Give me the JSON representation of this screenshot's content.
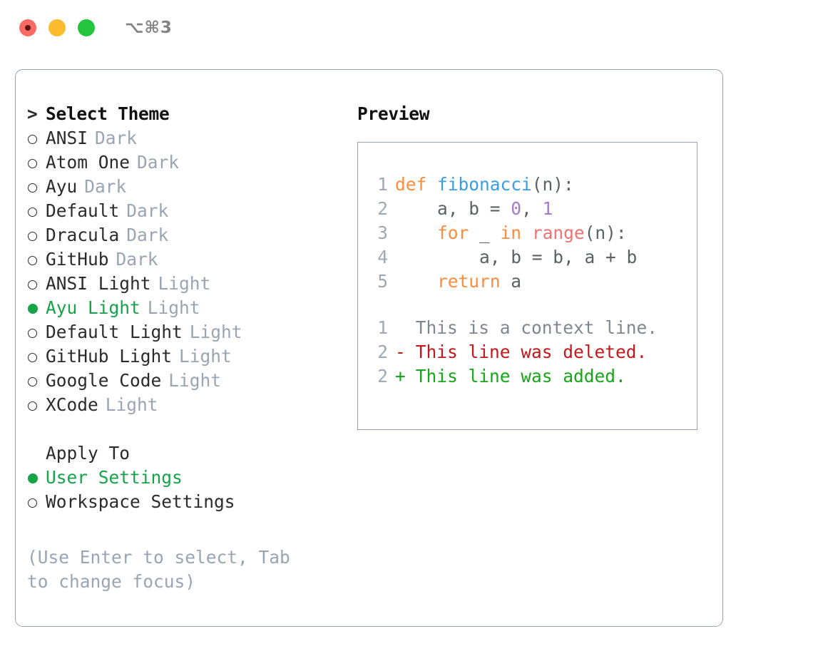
{
  "titlebar": {
    "shortcut": "⌥⌘3",
    "buttons": [
      {
        "name": "close",
        "color": "#FB6B63"
      },
      {
        "name": "minimize",
        "color": "#FDBC2E"
      },
      {
        "name": "maximize",
        "color": "#22C53D"
      }
    ]
  },
  "theme_picker": {
    "heading": "Select Theme",
    "heading_marker": ">",
    "items": [
      {
        "label": "ANSI",
        "tag": "Dark",
        "selected": false
      },
      {
        "label": "Atom One",
        "tag": "Dark",
        "selected": false
      },
      {
        "label": "Ayu",
        "tag": "Dark",
        "selected": false
      },
      {
        "label": "Default",
        "tag": "Dark",
        "selected": false
      },
      {
        "label": "Dracula",
        "tag": "Dark",
        "selected": false
      },
      {
        "label": "GitHub",
        "tag": "Dark",
        "selected": false
      },
      {
        "label": "ANSI Light",
        "tag": "Light",
        "selected": false
      },
      {
        "label": "Ayu Light",
        "tag": "Light",
        "selected": true
      },
      {
        "label": "Default Light",
        "tag": "Light",
        "selected": false
      },
      {
        "label": "GitHub Light",
        "tag": "Light",
        "selected": false
      },
      {
        "label": "Google Code",
        "tag": "Light",
        "selected": false
      },
      {
        "label": "XCode",
        "tag": "Light",
        "selected": false
      }
    ]
  },
  "apply_to": {
    "heading": "Apply To",
    "items": [
      {
        "label": "User Settings",
        "selected": true
      },
      {
        "label": "Workspace Settings",
        "selected": false
      }
    ]
  },
  "hint": "(Use Enter to select, Tab to change focus)",
  "preview": {
    "title": "Preview",
    "code_lines": [
      {
        "no": "1",
        "tokens": [
          {
            "t": "def ",
            "c": "kw"
          },
          {
            "t": "fibonacci",
            "c": "fn"
          },
          {
            "t": "(n):",
            "c": "pln"
          }
        ]
      },
      {
        "no": "2",
        "tokens": [
          {
            "t": "    a, b = ",
            "c": "pln"
          },
          {
            "t": "0",
            "c": "num"
          },
          {
            "t": ", ",
            "c": "pln"
          },
          {
            "t": "1",
            "c": "num"
          }
        ]
      },
      {
        "no": "3",
        "tokens": [
          {
            "t": "    ",
            "c": "pln"
          },
          {
            "t": "for",
            "c": "kw"
          },
          {
            "t": " _ ",
            "c": "pln"
          },
          {
            "t": "in",
            "c": "kw"
          },
          {
            "t": " ",
            "c": "pln"
          },
          {
            "t": "range",
            "c": "bi"
          },
          {
            "t": "(n):",
            "c": "pln"
          }
        ]
      },
      {
        "no": "4",
        "tokens": [
          {
            "t": "        a, b = b, a + b",
            "c": "pln"
          }
        ]
      },
      {
        "no": "5",
        "tokens": [
          {
            "t": "    ",
            "c": "pln"
          },
          {
            "t": "return",
            "c": "kw"
          },
          {
            "t": " a",
            "c": "pln"
          }
        ]
      }
    ],
    "diff_lines": [
      {
        "no": "1",
        "sign": " ",
        "text": "This is a context line.",
        "kind": "ctx"
      },
      {
        "no": "2",
        "sign": "-",
        "text": "This line was deleted.",
        "kind": "del"
      },
      {
        "no": "2",
        "sign": "+",
        "text": "This line was added.",
        "kind": "add"
      }
    ]
  },
  "colors": {
    "accent_green": "#16A34A",
    "tag_gray": "#9AA5B4",
    "border": "#98A2B3",
    "syntax_keyword": "#FA8D3E",
    "syntax_function": "#399EE6",
    "syntax_number": "#A37ACC",
    "syntax_builtin": "#F07171",
    "syntax_plain": "#5C6166",
    "diff_deleted": "#C3181B",
    "diff_added": "#17A61A",
    "diff_context": "#7F8792"
  }
}
